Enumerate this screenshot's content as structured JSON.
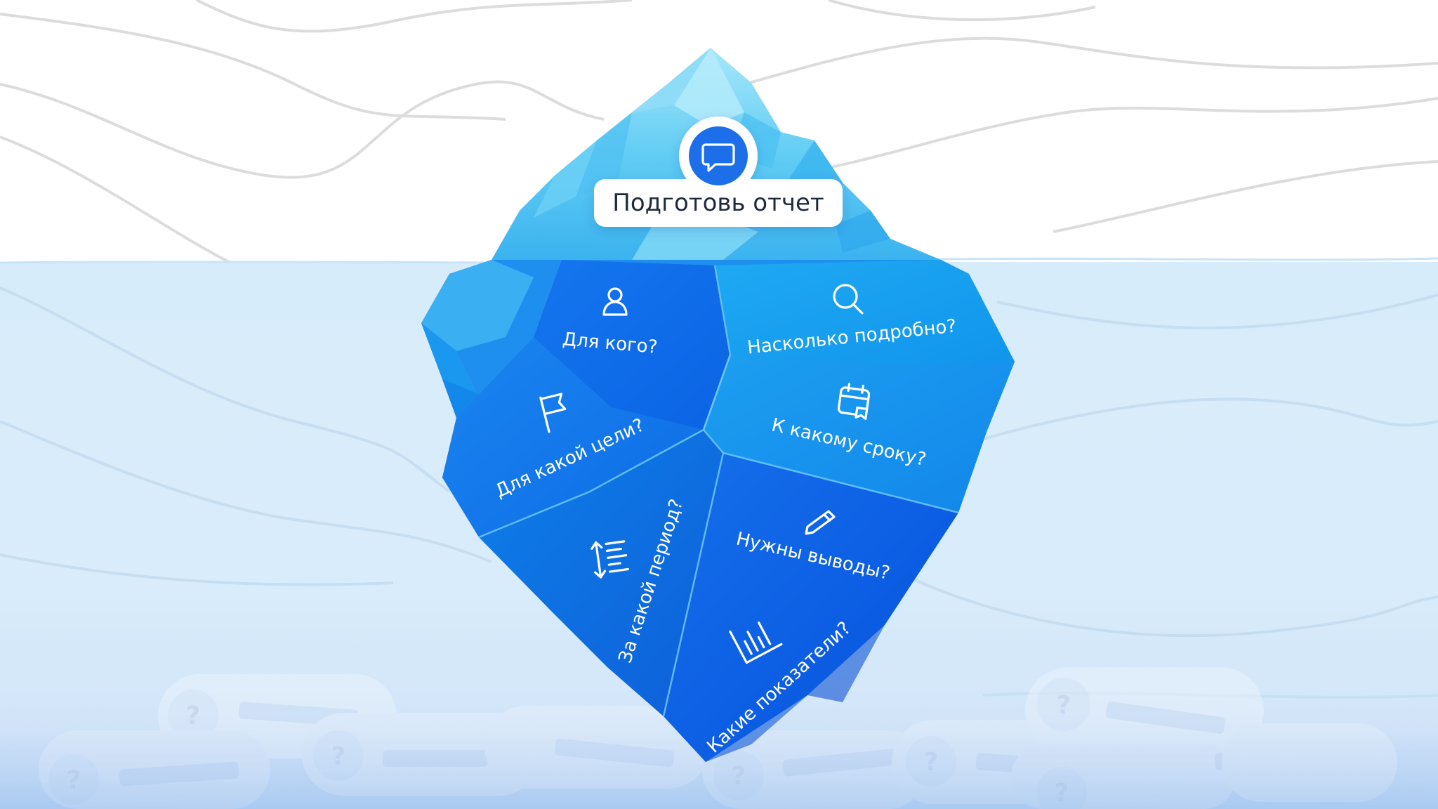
{
  "tip": {
    "label": "Подготовь отчет",
    "icon": "chat-bubble-icon"
  },
  "segments": [
    {
      "id": "who",
      "label": "Для кого?",
      "icon": "person-icon"
    },
    {
      "id": "goal",
      "label": "Для какой цели?",
      "icon": "flag-icon"
    },
    {
      "id": "period",
      "label": "За какой период?",
      "icon": "period-list-icon"
    },
    {
      "id": "detail",
      "label": "Насколько подробно?",
      "icon": "search-icon"
    },
    {
      "id": "deadline",
      "label": "К какому сроку?",
      "icon": "calendar-icon"
    },
    {
      "id": "conclusions",
      "label": "Нужны выводы?",
      "icon": "pencil-icon"
    },
    {
      "id": "metrics",
      "label": "Какие показатели?",
      "icon": "bar-chart-icon"
    }
  ],
  "hidden_cards": {
    "mark": "?"
  },
  "colors": {
    "water_top": "#d6ecfa",
    "water_bottom": "#bcd8f5",
    "ice_light": "#5fd0f5",
    "ice_dark": "#0a5fe6",
    "tip_badge": "#1c6fe8"
  }
}
